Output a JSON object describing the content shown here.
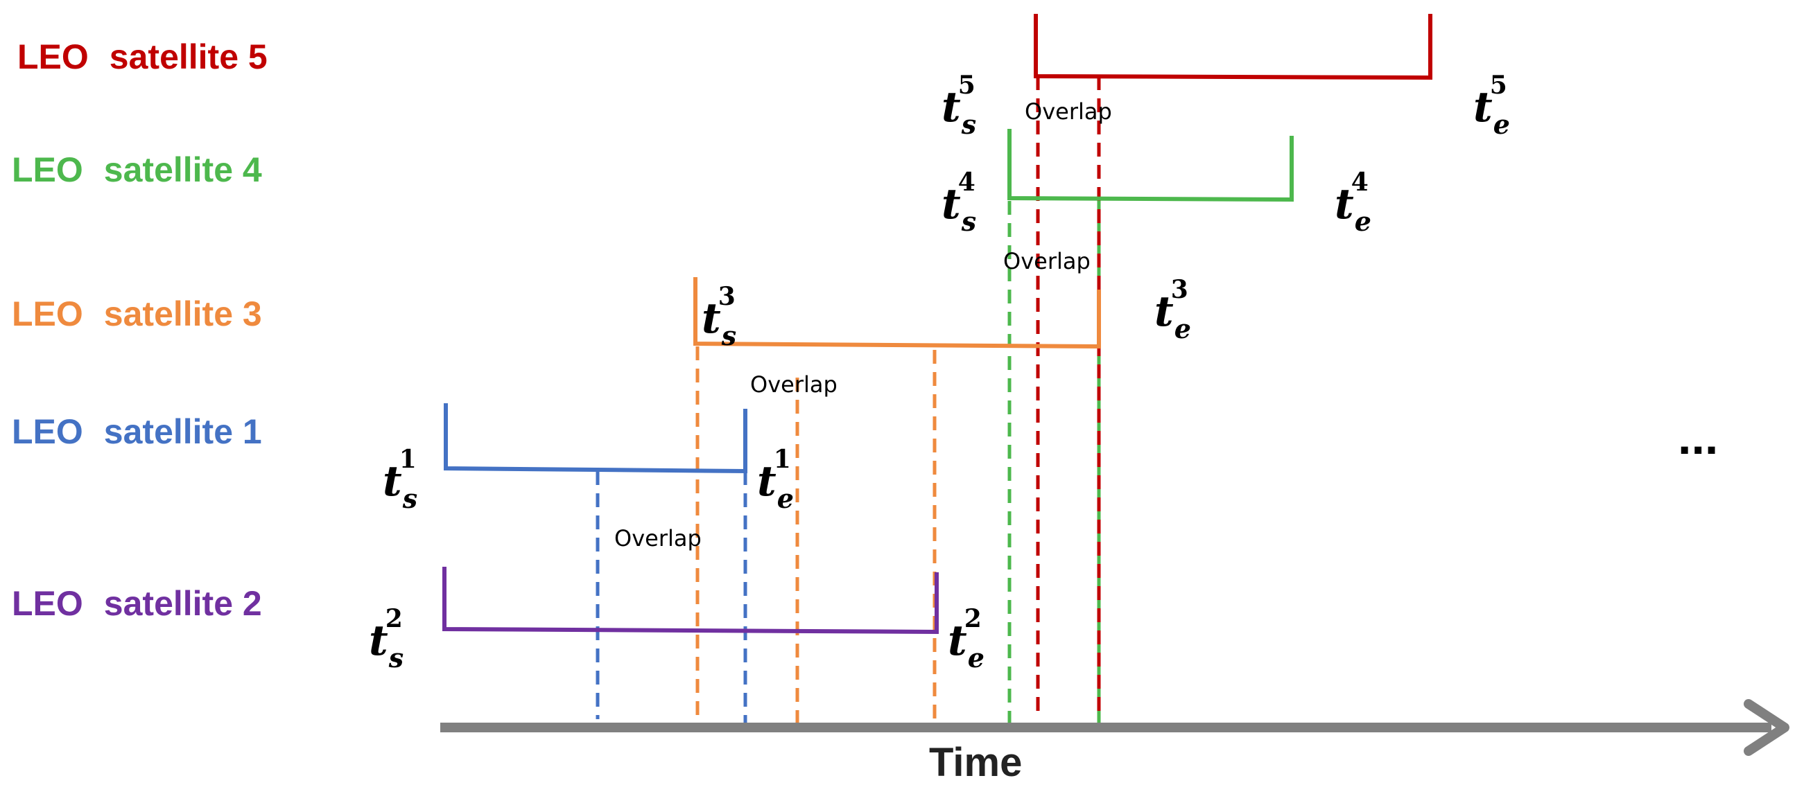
{
  "colors": {
    "sat5": "#c00000",
    "sat4": "#4db84d",
    "sat3": "#ef8a3e",
    "sat1": "#4472c4",
    "sat2": "#7030a0",
    "axis": "#808080",
    "text": "#000000"
  },
  "satellites": [
    {
      "key": "sat5",
      "label_prefix": "LEO",
      "label_name": "satellite 5",
      "ts_sup": "5",
      "te_sup": "5"
    },
    {
      "key": "sat4",
      "label_prefix": "LEO",
      "label_name": "satellite 4",
      "ts_sup": "4",
      "te_sup": "4"
    },
    {
      "key": "sat3",
      "label_prefix": "LEO",
      "label_name": "satellite 3",
      "ts_sup": "3",
      "te_sup": "3"
    },
    {
      "key": "sat1",
      "label_prefix": "LEO",
      "label_name": "satellite 1",
      "ts_sup": "1",
      "te_sup": "1"
    },
    {
      "key": "sat2",
      "label_prefix": "LEO",
      "label_name": "satellite 2",
      "ts_sup": "2",
      "te_sup": "2"
    }
  ],
  "t_symbol": "t",
  "start_sub": "s",
  "end_sub": "e",
  "overlap_text": "Overlap",
  "axis_label": "Time",
  "ellipsis": "..."
}
